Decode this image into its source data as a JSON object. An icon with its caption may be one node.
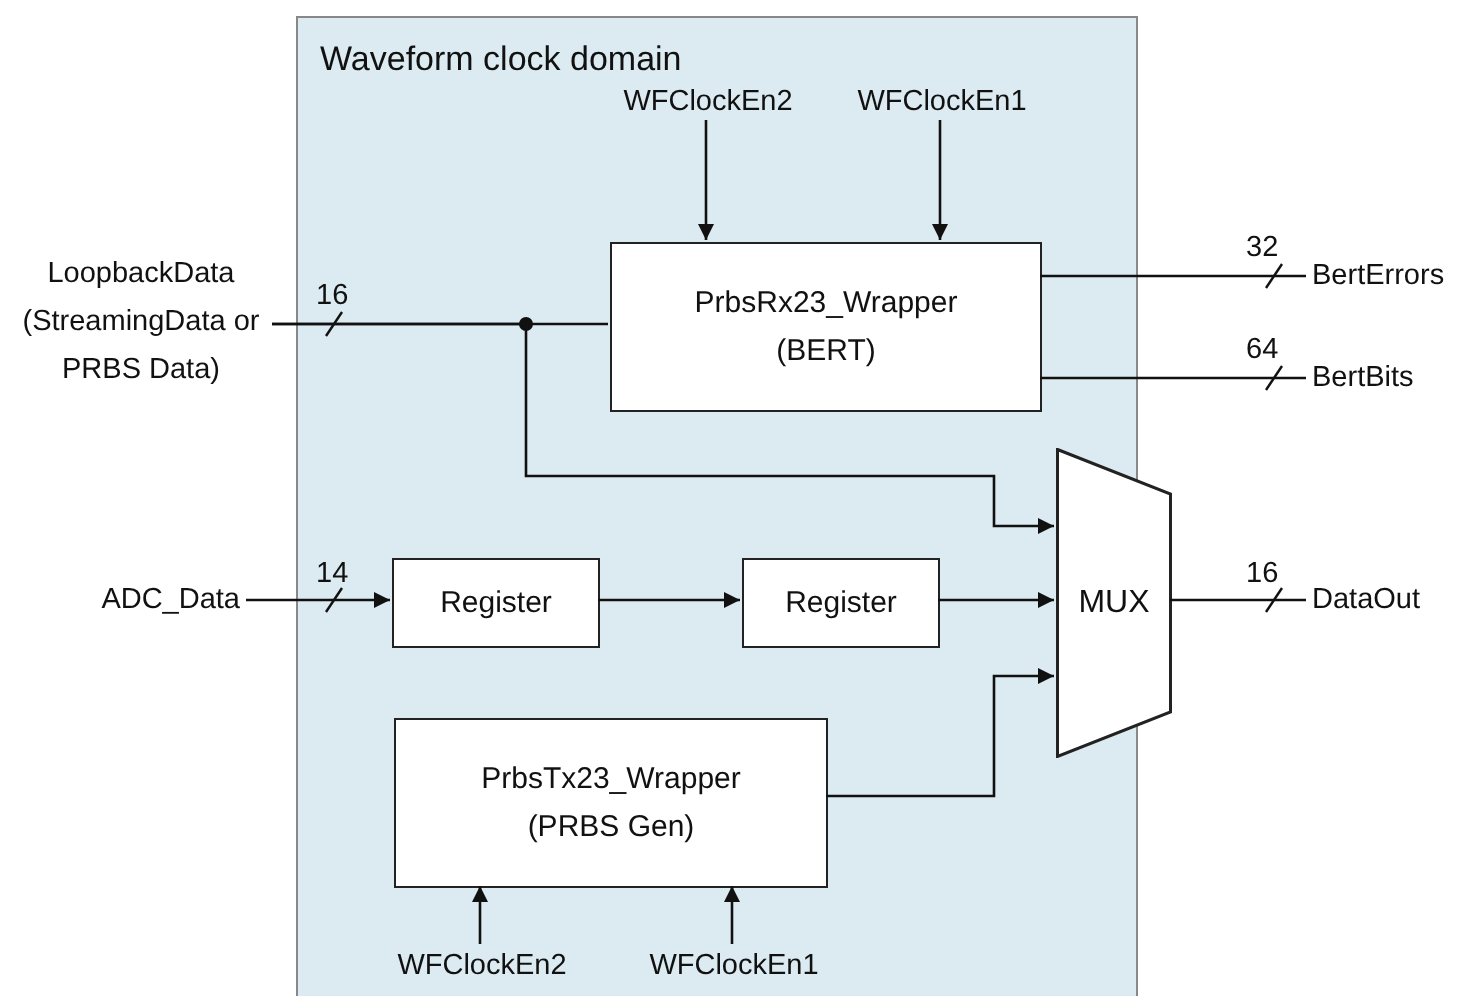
{
  "diagram": {
    "nodes": [
      {
        "text": [
          "Waveform clock domain"
        ]
      },
      {
        "text": [
          "LoopbackData (StreamingData or PRBS Data)"
        ]
      },
      {
        "text": [
          "WFClockEn2"
        ],
        "in": 0
      },
      {
        "text": [
          "WFClockEn1"
        ],
        "in": 0
      },
      {
        "text": [
          "PrbsRx23_Wrapper (BERT)"
        ],
        "in": 0
      },
      {
        "text": [
          "BertErrors"
        ]
      },
      {
        "text": [
          "BertBits"
        ]
      },
      {
        "text": [
          "ADC_Data"
        ]
      },
      {
        "text": [
          "Register"
        ],
        "in": 0
      },
      {
        "text": [
          "Register"
        ],
        "in": 0
      },
      {
        "text": [
          "MUX"
        ],
        "in": 0
      },
      {
        "text": [
          "DataOut"
        ]
      },
      {
        "text": [
          "PrbsTx23_Wrapper (PRBS Gen)"
        ],
        "in": 0
      },
      {
        "text": [
          "WFClockEn2"
        ],
        "in": 0
      },
      {
        "text": [
          "WFClockEn1"
        ],
        "in": 0
      }
    ],
    "edges": [
      {
        "from": 1,
        "to": 4,
        "arrow": "none",
        "label": "16"
      },
      {
        "from": 1,
        "to": 10,
        "arrow": "to"
      },
      {
        "from": 2,
        "to": 4,
        "arrow": "to"
      },
      {
        "from": 3,
        "to": 4,
        "arrow": "to"
      },
      {
        "from": 4,
        "to": 5,
        "arrow": "none",
        "label": "32"
      },
      {
        "from": 4,
        "to": 6,
        "arrow": "none",
        "label": "64"
      },
      {
        "from": 7,
        "to": 8,
        "arrow": "to",
        "label": "14"
      },
      {
        "from": 8,
        "to": 9,
        "arrow": "to"
      },
      {
        "from": 9,
        "to": 10,
        "arrow": "to"
      },
      {
        "from": 12,
        "to": 10,
        "arrow": "to"
      },
      {
        "from": 10,
        "to": 11,
        "arrow": "none",
        "label": "16"
      },
      {
        "from": 13,
        "to": 12,
        "arrow": "to"
      },
      {
        "from": 14,
        "to": 12,
        "arrow": "to"
      }
    ]
  }
}
